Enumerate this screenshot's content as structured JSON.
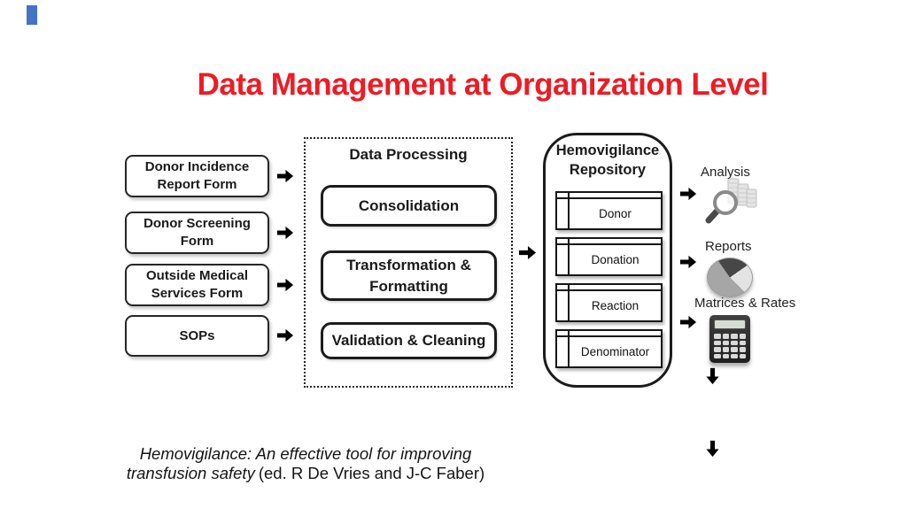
{
  "slide": {
    "title": "Data Management at Organization Level",
    "title_color": "#ED1C24",
    "accent_bar_color": "#4472C4"
  },
  "sources": {
    "items": [
      {
        "label": "Donor Incidence Report Form"
      },
      {
        "label": "Donor Screening Form"
      },
      {
        "label": "Outside Medical Services Form"
      },
      {
        "label": "SOPs"
      }
    ]
  },
  "processing": {
    "title": "Data Processing",
    "steps": [
      {
        "label": "Consolidation"
      },
      {
        "label": "Transformation & Formatting"
      },
      {
        "label": "Validation & Cleaning"
      }
    ]
  },
  "repository": {
    "title": "Hemovigilance Repository",
    "tables": [
      {
        "label": "Donor"
      },
      {
        "label": "Donation"
      },
      {
        "label": "Reaction"
      },
      {
        "label": "Denominator"
      }
    ]
  },
  "outputs": {
    "items": [
      {
        "label": "Analysis",
        "icon": "magnifier-data-icon"
      },
      {
        "label": "Reports",
        "icon": "pie-chart-icon"
      },
      {
        "label": "Matrices & Rates",
        "icon": "calculator-icon"
      }
    ]
  },
  "citation": {
    "line1_italic": "Hemovigilance: An effective tool for improving",
    "line2_italic": "transfusion safety",
    "line2_regular": "(ed. R De Vries and J-C Faber)"
  }
}
